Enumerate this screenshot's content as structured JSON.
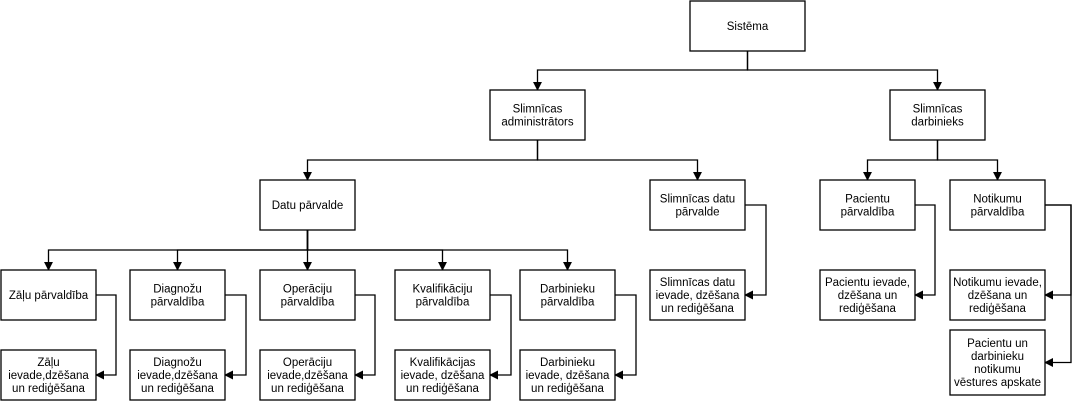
{
  "nodes": [
    {
      "id": "n1",
      "lines": [
        "Sistēma"
      ]
    },
    {
      "id": "n2",
      "lines": [
        "Slimnīcas",
        "administrātors"
      ]
    },
    {
      "id": "n3",
      "lines": [
        "Slimnīcas",
        "darbinieks"
      ]
    },
    {
      "id": "n4",
      "lines": [
        "Datu pārvalde"
      ]
    },
    {
      "id": "n5",
      "lines": [
        "Slimnīcas datu",
        "pārvalde"
      ]
    },
    {
      "id": "n6",
      "lines": [
        "Pacientu",
        "pārvaldība"
      ]
    },
    {
      "id": "n7",
      "lines": [
        "Notikumu",
        "pārvaldība"
      ]
    },
    {
      "id": "n8",
      "lines": [
        "Zāļu pārvaldība"
      ]
    },
    {
      "id": "n9",
      "lines": [
        "Diagnožu",
        "pārvaldība"
      ]
    },
    {
      "id": "n10",
      "lines": [
        "Operāciju",
        "pārvaldība"
      ]
    },
    {
      "id": "n11",
      "lines": [
        "Kvalifikāciju",
        "pārvaldība"
      ]
    },
    {
      "id": "n12",
      "lines": [
        "Darbinieku",
        "pārvaldība"
      ]
    },
    {
      "id": "n13",
      "lines": [
        "Slimnīcas datu",
        "ievade, dzēšana",
        "un rediģēšana"
      ]
    },
    {
      "id": "n14",
      "lines": [
        "Pacientu ievade,",
        "dzēšana un",
        "rediģēšana"
      ]
    },
    {
      "id": "n15",
      "lines": [
        "Notikumu ievade,",
        "dzēšana un",
        "rediģēšana"
      ]
    },
    {
      "id": "n16",
      "lines": [
        "Pacientu un",
        "darbinieku",
        "notikumu",
        "vēstures apskate"
      ]
    },
    {
      "id": "n17",
      "lines": [
        "Zāļu",
        "ievade,dzēšana",
        "un rediģēšana"
      ]
    },
    {
      "id": "n18",
      "lines": [
        "Diagnožu",
        "ievade,dzēšana",
        "un rediģēšana"
      ]
    },
    {
      "id": "n19",
      "lines": [
        "Operāciju",
        "ievade,dzēšana",
        "un rediģēšana"
      ]
    },
    {
      "id": "n20",
      "lines": [
        "Kvalifikācijas",
        "ievade, dzēšana",
        "un rediģēšana"
      ]
    },
    {
      "id": "n21",
      "lines": [
        "Darbinieku",
        "ievade, dzēšana",
        "un rediģēšana"
      ]
    }
  ],
  "edges": [
    {
      "from": "n1",
      "to": "n2"
    },
    {
      "from": "n1",
      "to": "n3"
    },
    {
      "from": "n2",
      "to": "n4"
    },
    {
      "from": "n2",
      "to": "n5"
    },
    {
      "from": "n3",
      "to": "n6"
    },
    {
      "from": "n3",
      "to": "n7"
    },
    {
      "from": "n4",
      "to": "n8"
    },
    {
      "from": "n4",
      "to": "n9"
    },
    {
      "from": "n4",
      "to": "n10"
    },
    {
      "from": "n4",
      "to": "n11"
    },
    {
      "from": "n4",
      "to": "n12"
    },
    {
      "from": "n5",
      "to": "n13"
    },
    {
      "from": "n6",
      "to": "n14"
    },
    {
      "from": "n7",
      "to": "n15"
    },
    {
      "from": "n7",
      "to": "n16"
    },
    {
      "from": "n8",
      "to": "n17"
    },
    {
      "from": "n9",
      "to": "n18"
    },
    {
      "from": "n10",
      "to": "n19"
    },
    {
      "from": "n11",
      "to": "n20"
    },
    {
      "from": "n12",
      "to": "n21"
    }
  ]
}
